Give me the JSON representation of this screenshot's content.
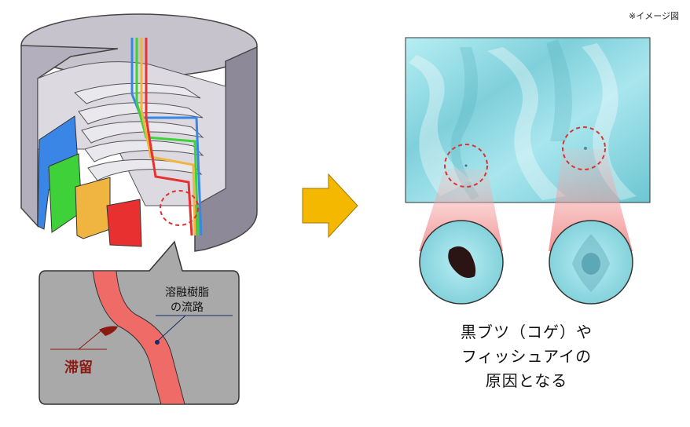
{
  "note": "※イメージ図",
  "callout": {
    "resin_label_line1": "溶融樹脂",
    "resin_label_line2": "の流路",
    "stagnation_label": "滞留"
  },
  "result": {
    "line1": "黒ブツ（コゲ）や",
    "line2": "フィッシュアイの",
    "line3": "原因となる"
  },
  "colors": {
    "resin_flow": "#ef6b68",
    "stagnation": "#8b1a12",
    "film": "#9fdfe8",
    "highlight_ring": "#e03030",
    "arrow": "#f5b800",
    "die_body": "#bdb8c4",
    "black_speck": "#2a1414"
  }
}
